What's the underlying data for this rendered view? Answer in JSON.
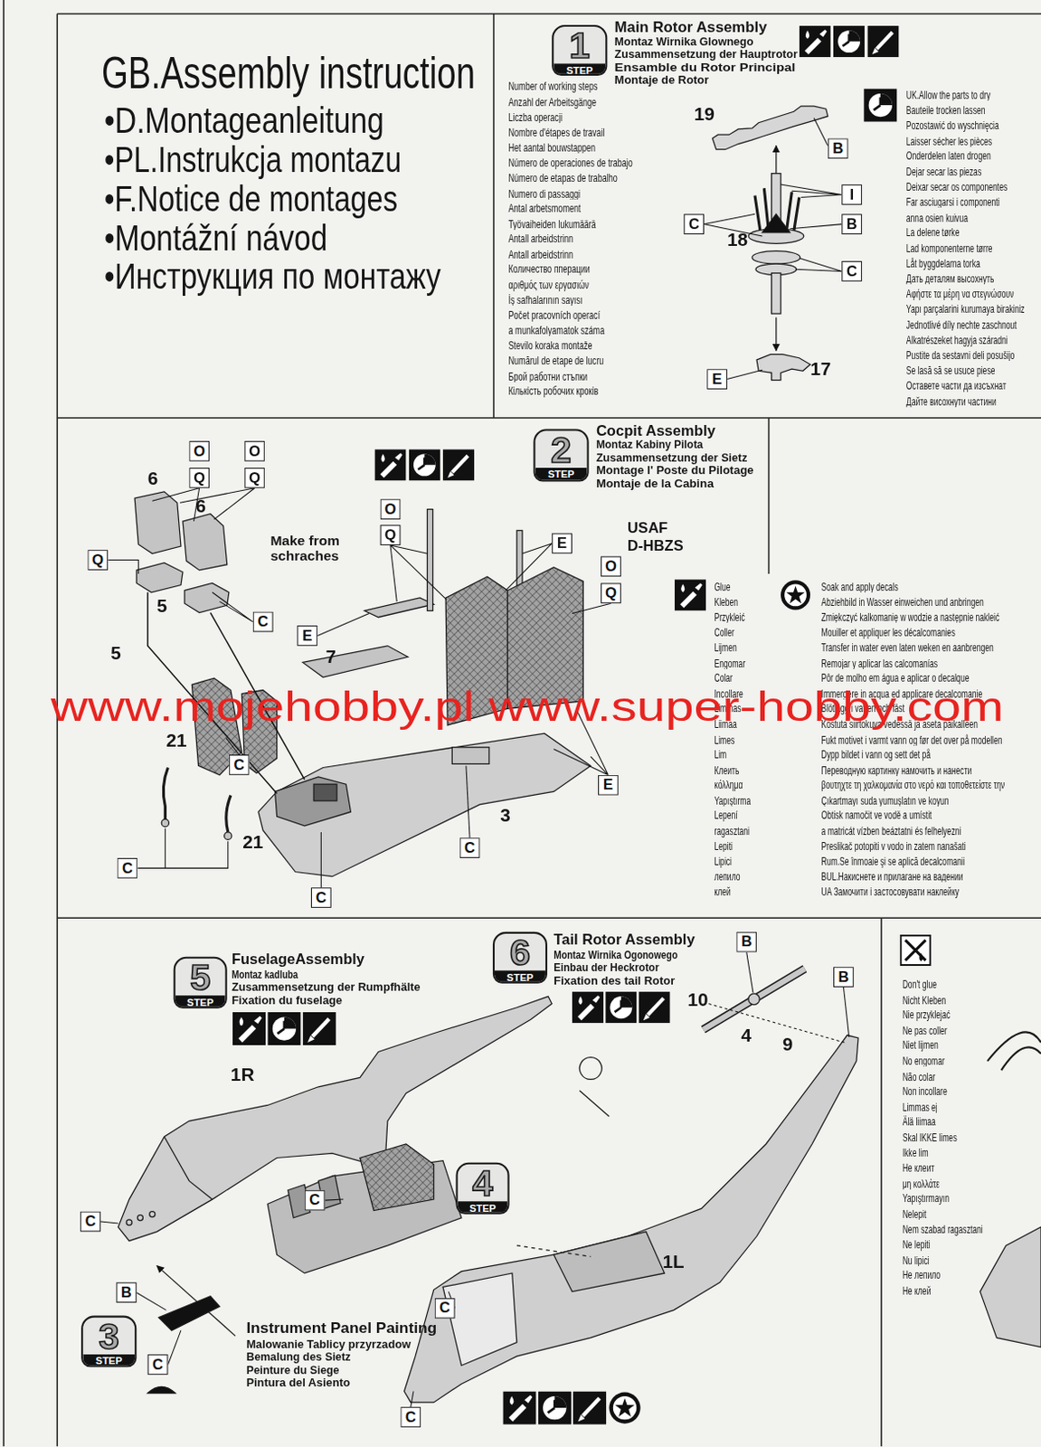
{
  "diagram": {
    "title": "GB.Assembly instruction",
    "nodes": [
      {
        "text": [
          "1",
          "STEP"
        ]
      },
      {
        "text": [
          "B"
        ]
      },
      {
        "text": [
          "I"
        ]
      },
      {
        "text": [
          "C"
        ]
      },
      {
        "text": [
          "B"
        ]
      },
      {
        "text": [
          "C"
        ]
      },
      {
        "text": [
          "E"
        ]
      },
      {
        "text": [
          "O"
        ]
      },
      {
        "text": [
          "O"
        ]
      },
      {
        "text": [
          "Q"
        ]
      },
      {
        "text": [
          "Q"
        ]
      },
      {
        "text": [
          "2",
          "STEP"
        ]
      },
      {
        "text": [
          "O"
        ]
      },
      {
        "text": [
          "Q"
        ]
      },
      {
        "text": [
          "E"
        ]
      },
      {
        "text": [
          "Q"
        ]
      },
      {
        "text": [
          "O"
        ]
      },
      {
        "text": [
          "Q"
        ]
      },
      {
        "text": [
          "C"
        ]
      },
      {
        "text": [
          "E"
        ]
      },
      {
        "text": [
          "C"
        ]
      },
      {
        "text": [
          "E"
        ]
      },
      {
        "text": [
          "C"
        ]
      },
      {
        "text": [
          "C"
        ]
      },
      {
        "text": [
          "C"
        ]
      },
      {
        "text": [
          "B"
        ]
      },
      {
        "text": [
          "6",
          "STEP"
        ]
      },
      {
        "text": [
          "5",
          "STEP"
        ]
      },
      {
        "text": [
          "B"
        ]
      },
      {
        "text": [
          "C"
        ]
      },
      {
        "text": [
          "4",
          "STEP"
        ]
      },
      {
        "text": [
          "C"
        ]
      },
      {
        "text": [
          "B"
        ]
      },
      {
        "text": [
          "C"
        ]
      },
      {
        "text": [
          "3",
          "STEP"
        ]
      },
      {
        "text": [
          "C"
        ]
      },
      {
        "text": [
          "C"
        ]
      }
    ],
    "labels": [
      "•D.Montageanleitung",
      "•PL.Instrukcja montazu",
      "•F.Notice de montages",
      "•Montážní návod",
      "•Инструкция по монтажу",
      "Main Rotor Assembly",
      "Montaz Wirnika Glownego",
      "Zusammensetzung der Hauptrotor",
      "Ensamble du Rotor Principal",
      "Montaje de Rotor",
      "Number of working steps",
      "Anzahl der Arbeitsgänge",
      "Liczba operacji",
      "Nombre d'étapes de travail",
      "Het aantal bouwstappen",
      "Número de operaciones de trabajo",
      "Número de etapas de trabalho",
      "Numero di passaggi",
      "Antal arbetsmoment",
      "Työvaiheiden lukumäärä",
      "Antall arbeidstrinn",
      "Antall arbeidstrinn",
      "Количество пперации",
      "αριθμός των εργασιών",
      "İş safhalarının sayısı",
      "Počet pracovních operací",
      "a munkafolyamatok száma",
      "Število koraka montaže",
      "Numărul de etape de lucru",
      "Брой работни стъпки",
      "Кількість робочих кроків",
      "UK.Allow the parts to dry",
      "Bauteile trocken lassen",
      "Pozostawić do wyschnięcia",
      "Laisser sécher les pièces",
      "Onderdelen laten drogen",
      "Dejar secar las piezas",
      "Deixar secar os componentes",
      "Far asciugarsi i componenti",
      "anna osien kuivua",
      "La delene tørke",
      "Lad komponenterne tørre",
      "Låt byggdelarna torka",
      "Дать деталям высохнуть",
      "Αφήστε τα μέρη να στεγνώσουν",
      "Yapı parçalarini kurumaya birakiniz",
      "Jednotlivé díly nechte zaschnout",
      "Alkatrészeket hagyja száradni",
      "Pustite da sestavni deli posušijo",
      "Se lasă să se usuce piese",
      "Оставете части да изсъхнат",
      "Дайте висохнути частини",
      "19",
      "18",
      "17",
      "Cocpit Assembly",
      "Montaz Kabiny Pilota",
      "Zusammensetzung der Sietz",
      "Montage l' Poste du Pilotage",
      "Montaje de la Cabina",
      "6",
      "6",
      "Make from schraches",
      "5",
      "5",
      "7",
      "USAF",
      "D-HBZS",
      "Glue",
      "Kleben",
      "Przykleić",
      "Coller",
      "Lijmen",
      "Engomar",
      "Colar",
      "Incollare",
      "Limmas",
      "Liimaa",
      "Limes",
      "Lim",
      "Клеить",
      "κόλλημα",
      "Yapıştırma",
      "Lepení",
      "ragasztani",
      "Lepiti",
      "Lipici",
      "лепило",
      "клей",
      "Soak and apply decals",
      "Abziehbild in Wasser einweichen und anbringen",
      "Zmiękczyć kalkomanię w wodzie a następnie nakleić",
      "Mouiller et appliquer les décalcomanies",
      "Transfer in water even laten weken en aanbrengen",
      "Remojar y aplicar las calcomanías",
      "Pôr de molho em água e aplicar o decalque",
      "Immergere in acqua ed applicare decalcomanie",
      "Blötlägg i vatten och fäst",
      "Kostuta siirtokuva vedessä ja aseta paikalleen",
      "Fukt motivet i varmt vann og før det over på modellen",
      "Dypp bildet i vann og sett det på",
      "Переводную картинку намочить и нанести",
      "βουτηχτε τη χαλκομανία στο νερό και τοποθετείστε την",
      "Çıkartmayı suda yumuşlatın ve koyun",
      "Obtisk namočit ve vodě a umístit",
      "a matricát vízben beáztatni és felhelyezni",
      "Preslikač potopiti v vodo in zatem nanašati",
      "Rum.Se înmoaie şi se aplică decalcomanii",
      "BUL.Накиснете и прилагане на вадении",
      "UA Замочити і застосовувати наклейку",
      "www.mojehobby.pl www.super-hobby.com",
      "21",
      "21",
      "3",
      "FuselageAssembly",
      "Montaz kadluba",
      "Zusammensetzung der Rumpfhälte",
      "Fixation du fuselage",
      "Tail Rotor Assembly",
      "Montaz Wirnika Ogonowego",
      "Einbau der Heckrotor",
      "Fixation des tail Rotor",
      "10",
      "4",
      "9",
      "1R",
      "1L",
      "Instrument Panel Painting",
      "Malowanie Tablicy przyrzadow",
      "Bemalung des Sietz",
      "Peinture du Siege",
      "Pintura del Asiento",
      "Don't glue",
      "Nicht Kleben",
      "Nie przyklejać",
      "Ne pas coller",
      "Niet lijmen",
      "No engomar",
      "Não colar",
      "Non incollare",
      "Limmas ej",
      "Älä liimaa",
      "Skal IKKE limes",
      "Ikke lim",
      "Не клеит",
      "μη κολλάτε",
      "Yapıştırmayın",
      "Nelepit",
      "Nem szabad ragasztani",
      "Ne lepiti",
      "Nu lipici",
      "Не лепило",
      "Не клей"
    ]
  }
}
